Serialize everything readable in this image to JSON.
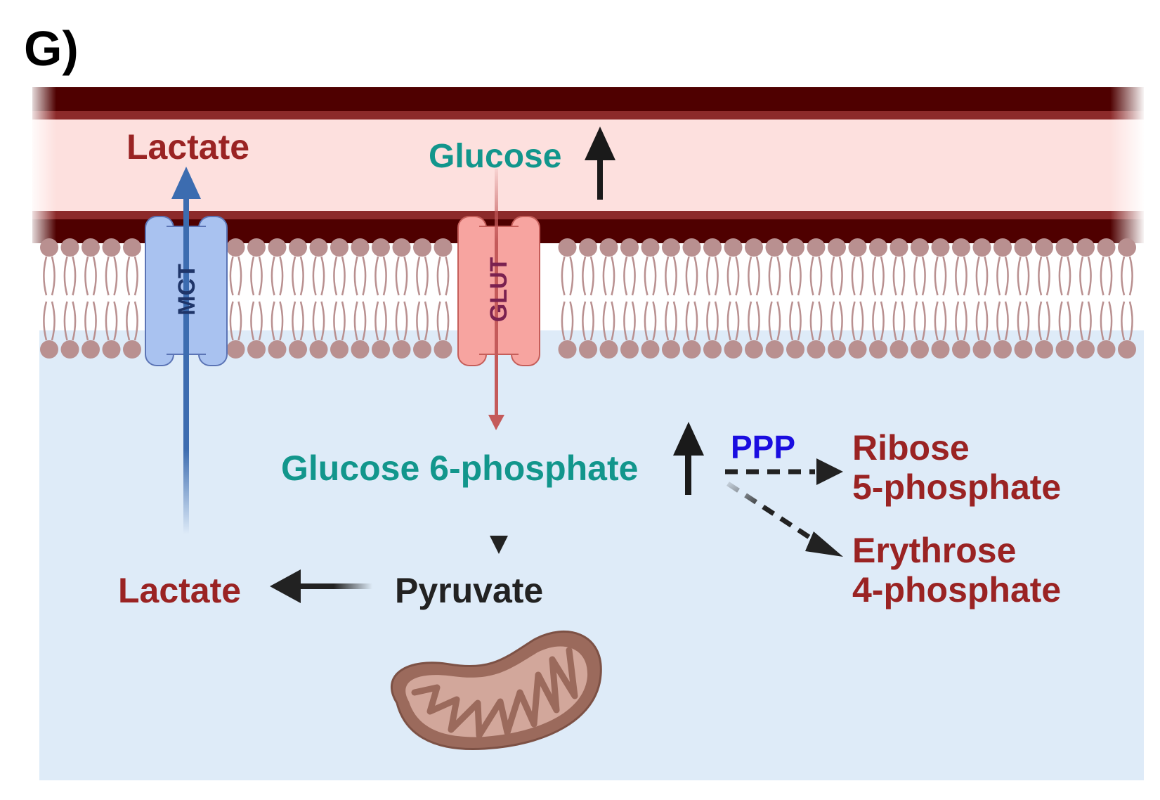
{
  "panel_label": "G)",
  "transporters": {
    "mct": "MCT",
    "glut": "GLUT"
  },
  "labels": {
    "lactate_blood": "Lactate",
    "glucose_blood": "Glucose",
    "glucose6p": "Glucose 6-phosphate",
    "ppp": "PPP",
    "ribose_line1": "Ribose",
    "ribose_line2": "5-phosphate",
    "erythrose_line1": "Erythrose",
    "erythrose_line2": "4-phosphate",
    "pyruvate": "Pyruvate",
    "lactate_cell": "Lactate"
  },
  "colors": {
    "vessel_dark": "#4f0000",
    "vessel_mid": "#8c2a2a",
    "vessel_lumen": "#fde0de",
    "cytoplasm": "#deebf8",
    "lipid": "#b99090",
    "mct_fill": "#a9c2f0",
    "glut_fill": "#f7a4a0",
    "teal": "#12968c",
    "red": "#9a2323",
    "blue": "#1a0de0",
    "dark": "#222222",
    "mito_outer": "#9b6a5c",
    "mito_inner": "#d2a79b"
  },
  "icons": {
    "mitochondrion": "mitochondrion-icon",
    "up_arrow": "up-arrow-icon"
  }
}
